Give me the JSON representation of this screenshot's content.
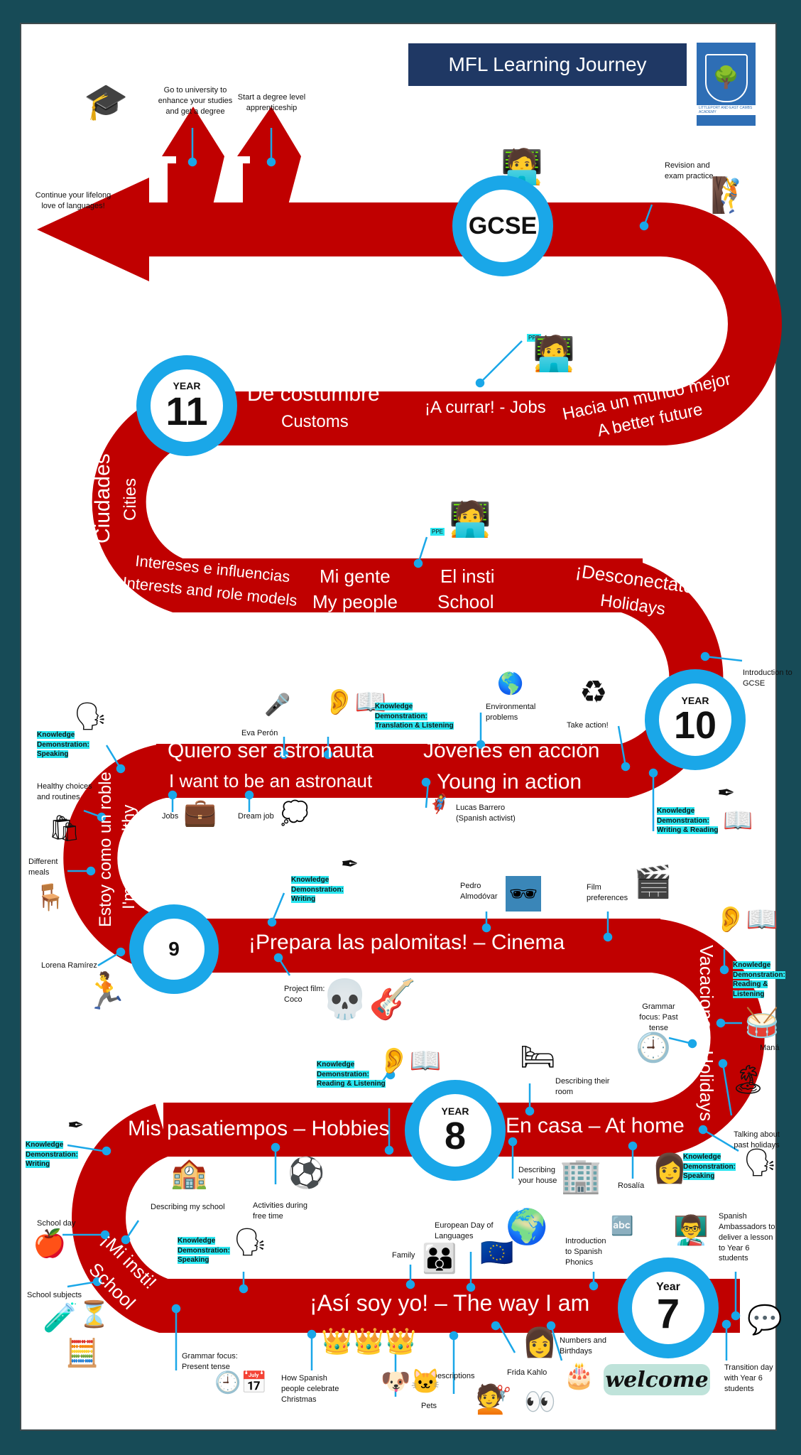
{
  "header": {
    "title": "MFL Learning Journey",
    "logo": {
      "text": "LITTLEPORT AND EAST CAMBS ACADEMY"
    }
  },
  "colors": {
    "frame": "#174b57",
    "road": "#c00000",
    "ring": "#1aa7e8",
    "highlight": "#29e6f0",
    "title_bg": "#1f3864"
  },
  "future": {
    "university": "Go to university to enhance your studies and get a degree",
    "apprenticeship": "Start a degree level apprenticeship",
    "lifelong": "Continue your lifelong love of languages!"
  },
  "gcse": {
    "label": "GCSE",
    "revision": "Revision and exam practice"
  },
  "year11": {
    "year_label": "YEAR",
    "number": "11",
    "topics": [
      {
        "es": "De costumbre",
        "en": "Customs"
      },
      {
        "es": "¡A currar! - Jobs",
        "en": ""
      },
      {
        "es": "Hacia un mundo mejor",
        "en": "A better future"
      },
      {
        "es": "Ciudades",
        "en": "Cities"
      }
    ],
    "ppe": "PPE"
  },
  "year10_upper": {
    "topics": [
      {
        "es": "Intereses e influencias",
        "en": "Interests and role models"
      },
      {
        "es": "Mi gente",
        "en": "My people"
      },
      {
        "es": "El insti",
        "en": "School"
      },
      {
        "es": "¡Desconectate!",
        "en": "Holidays"
      }
    ],
    "ppe": "PPE",
    "intro_gcse": "Introduction to GCSE"
  },
  "year10": {
    "year_label": "YEAR",
    "number": "10",
    "topics": [
      {
        "es": "Quiero ser astronauta",
        "en": "I want to be an astronaut"
      },
      {
        "es": "Jóvenes en acción",
        "en": "Young in action"
      }
    ],
    "notes": {
      "eva": "Eva Perón",
      "env": "Environmental problems",
      "take_action": "Take action!",
      "lucas": "Lucas Barrero (Spanish activist)",
      "jobs": "Jobs",
      "dream": "Dream job"
    },
    "kd_translation": [
      "Knowledge",
      "Demonstration:",
      "Translation & Listening"
    ],
    "kd_writing_reading": [
      "Knowledge",
      "Demonstration:",
      "Writing & Reading"
    ]
  },
  "year9": {
    "number": "9",
    "topics": [
      {
        "es": "Estoy como un roble",
        "en": "I'm so healthy"
      },
      {
        "es": "¡Prepara las palomitas! – Cinema",
        "en": ""
      },
      {
        "es": "Vacaciones -Holidays",
        "en": ""
      }
    ],
    "notes": {
      "healthy": "Healthy choices and routines",
      "meals": "Different meals",
      "lorena": "Lorena Ramírez",
      "coco": "Project film: Coco",
      "pedro": "Pedro Almodóvar",
      "film": "Film preferences",
      "grammar": "Grammar focus: Past tense",
      "mana": "Maná",
      "past_holidays": "Talking about past holidays"
    },
    "kd_speaking": [
      "Knowledge",
      "Demonstration:",
      "Speaking"
    ],
    "kd_writing": [
      "Knowledge",
      "Demonstration:",
      "Writing"
    ],
    "kd_reading_listening": [
      "Knowledge",
      "Demonstration:",
      "Reading &",
      "Listening"
    ]
  },
  "year8": {
    "year_label": "YEAR",
    "number": "8",
    "topics": [
      {
        "es": "Mis pasatiempos – Hobbies",
        "en": ""
      },
      {
        "es": "En casa – At home",
        "en": ""
      },
      {
        "es": "¡Mi insti!",
        "en": "School"
      }
    ],
    "notes": {
      "room": "Describing their room",
      "house": "Describing your house",
      "rosalia": "Rosalía",
      "my_school": "Describing my school",
      "free_time": "Activities during free time",
      "school_day": "School day",
      "subjects": "School subjects"
    },
    "kd_reading_listening": [
      "Knowledge",
      "Demonstration:",
      "Reading & Listening"
    ],
    "kd_speaking": [
      "Knowledge",
      "Demonstration:",
      "Speaking"
    ],
    "kd_writing": [
      "Knowledge",
      "Demonstration:",
      "Writing"
    ]
  },
  "year7": {
    "year_label": "Year",
    "number": "7",
    "topic": "¡Así soy yo! – The way I am",
    "notes": {
      "family": "Family",
      "edl": "European Day of Languages",
      "phonics": "Introduction to Spanish Phonics",
      "ambassadors": "Spanish Ambassadors to deliver a lesson to Year 6 students",
      "transition": "Transition day with Year 6 students",
      "numbers": "Numbers and Birthdays",
      "frida": "Frida Kahlo",
      "descriptions": "Descriptions",
      "pets": "Pets",
      "christmas": "How Spanish people celebrate Christmas",
      "grammar": "Grammar focus: Present tense",
      "welcome": "welcome"
    },
    "kd_speaking": [
      "Knowledge",
      "Demonstration:",
      "Speaking"
    ]
  }
}
